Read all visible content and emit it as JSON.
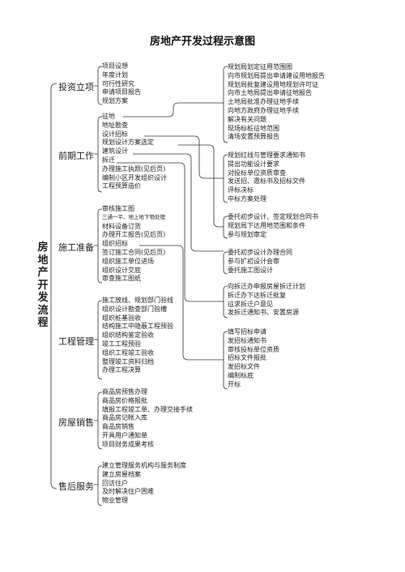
{
  "title": "房地产开发过程示意图",
  "root_label": [
    "房",
    "地",
    "产",
    "开",
    "发",
    "流",
    "程"
  ],
  "stages": [
    {
      "label": "投资立项",
      "items": [
        "项目设想",
        "年度计划",
        "可行性研究",
        "申请项目报告",
        "规划方案"
      ]
    },
    {
      "label": "前期工作",
      "items": [
        "征地",
        "地址勘查",
        "设计招标",
        "规划设计方案选定",
        "建筑设计",
        "拆迁",
        "办理施工执照(见后页)",
        "编制小区开发组织设计",
        "工程预算造价"
      ]
    },
    {
      "label": "施工准备",
      "items": [
        "审核施工图",
        "三通一平、地上地下物处理",
        "材料设备订货",
        "办理开工报告(见后页)",
        "组织招标",
        "签订施工合同(见后页)",
        "组织施工单位进场",
        "组织设计交底",
        "审查施工图纸"
      ]
    },
    {
      "label": "工程管理",
      "items": [
        "施工放线、规划部门验线",
        "组织设计勘查部门验槽",
        "组织桩基验收",
        "结构施工中隐蔽工程预验",
        "组织结构鉴定验收",
        "竣工工程预验",
        "组织工程竣工验收",
        "整理竣工资料归档",
        "办理工程决算"
      ]
    },
    {
      "label": "房屋销售",
      "items": [
        "商品房预售办理",
        "商品房价格报批",
        "填报工程竣工单、办理交接手续",
        "商品房记帐入库",
        "商品房销售",
        "开具用户通知单",
        "项目财务成果考核"
      ]
    },
    {
      "label": "售后服务",
      "items": [
        "建立管理服务机构与服务制度",
        "建立房屋档案",
        "回访住户",
        "及时解决住户困难",
        "物业管理"
      ]
    }
  ],
  "details": [
    {
      "items": [
        "规划局划定征用范围图",
        "向市规划局提出申请建设用地报告",
        "规划局批复建设用地规划许可证",
        "向市土地局提出申请征地报告",
        "土地局批准办理征地手续",
        "向地方政府办理征地手续",
        "解决有关问题",
        "现场标桩征地范围",
        "清场安置预算报告"
      ]
    },
    {
      "items": [
        "规划红线与管理要求通知书",
        "提出功能设计要求",
        "对投标单位资质审查",
        "发送招、邀标书及招标文件",
        "评标决标",
        "中标方案处理"
      ]
    },
    {
      "items": [
        "委托初步设计、签定规划合同书",
        "规划局下达用地范围和条件",
        "参与规划审定"
      ]
    },
    {
      "items": [
        "委托初步设计办理合同",
        "参与扩初设计会审",
        "委托施工图设计"
      ]
    },
    {
      "items": [
        "向拆迁办申报房屋拆迁计划",
        "拆迁办下达拆迁批复",
        "征求拆迁户意见",
        "发拆迁通知书、安置房源"
      ]
    },
    {
      "items": [
        "填写招标申请",
        "发招标通知书",
        "审核投标单位资质",
        "招标文件报批",
        "发招标文件",
        "编制标底",
        "开标"
      ]
    }
  ]
}
